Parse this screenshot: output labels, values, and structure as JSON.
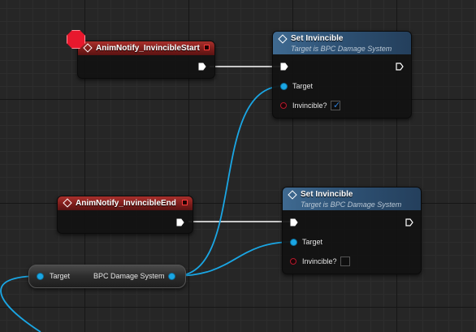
{
  "canvas": {
    "wire_color_exec": "#ffffff",
    "wire_color_object": "#1aa6e4",
    "bool_pin_color": "#b3192c"
  },
  "nodes": {
    "notify_start": {
      "title": "AnimNotify_InvincibleStart",
      "header_color": "#8b2220",
      "icon": "event-diamond-icon",
      "breakpoint": true
    },
    "set_invincible_1": {
      "title": "Set Invincible",
      "subtitle": "Target is BPC Damage System",
      "header_color": "#3a6389",
      "icon": "function-diamond-icon",
      "target_label": "Target",
      "invincible_label": "Invincible?",
      "invincible_checked": true
    },
    "notify_end": {
      "title": "AnimNotify_InvincibleEnd",
      "header_color": "#8b2220",
      "icon": "event-diamond-icon",
      "breakpoint": false
    },
    "set_invincible_2": {
      "title": "Set Invincible",
      "subtitle": "Target is BPC Damage System",
      "header_color": "#3a6389",
      "icon": "function-diamond-icon",
      "target_label": "Target",
      "invincible_label": "Invincible?",
      "invincible_checked": false
    },
    "getter": {
      "input_label": "Target",
      "output_label": "BPC Damage System"
    }
  }
}
